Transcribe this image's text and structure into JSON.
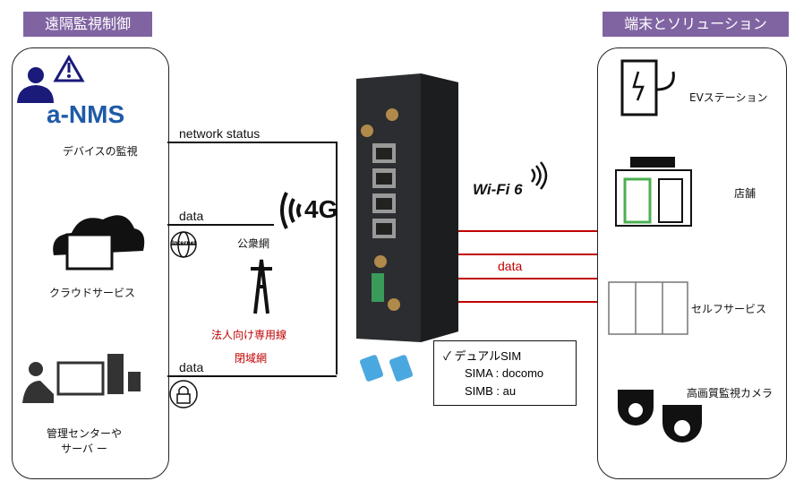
{
  "left": {
    "title": "遠隔監視制御",
    "items": [
      {
        "label": "デバイスの監視",
        "logo": "a-NMS"
      },
      {
        "label": "クラウドサービス"
      },
      {
        "label": "管理センターや",
        "label2": "サーバ ー"
      }
    ]
  },
  "right": {
    "title": "端末とソリューション",
    "items": [
      "EVステーション",
      "店舗",
      "セルフサービス",
      "高画質監視カメラ"
    ]
  },
  "links": {
    "network_status": "network status",
    "data1": "data",
    "data2": "data",
    "data_red": "data"
  },
  "network": {
    "public": "公衆網",
    "private": "法人向け専用線",
    "closed": "閉域網",
    "badge_4g": "4G",
    "wifi": "Wi-Fi 6",
    "internet": "Internet"
  },
  "sim": {
    "title": "デュアルSIM",
    "check": "✓",
    "a": "SIMA : docomo",
    "b": "SIMB : au"
  },
  "colors": {
    "title_bg": "#8064a2",
    "red_line": "#c00000",
    "nms_blue": "#1e9ad6",
    "person": "#1a1a7a"
  }
}
